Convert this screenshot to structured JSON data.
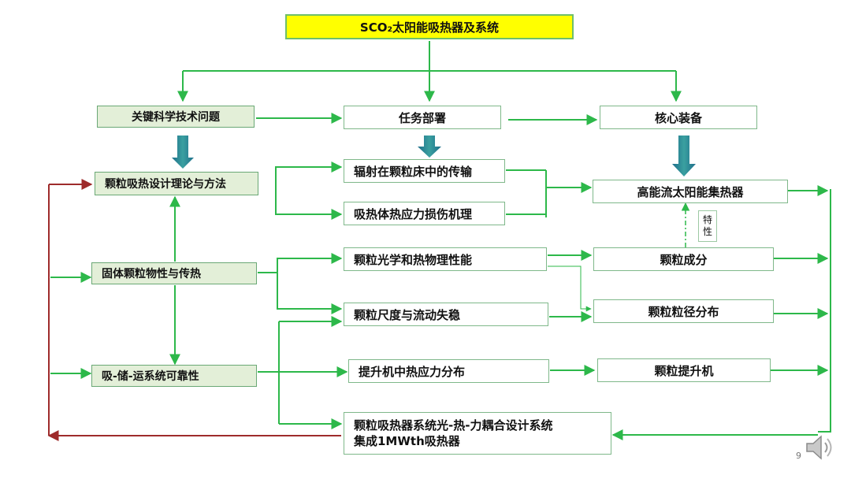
{
  "title": "SCO₂太阳能吸热器及系统",
  "columns": {
    "issues": "关键科学技术问题",
    "tasks": "任务部署",
    "equipment": "核心装备"
  },
  "issues": [
    "颗粒吸热设计理论与方法",
    "固体颗粒物性与传热",
    "吸-储-运系统可靠性"
  ],
  "tasks": [
    "辐射在颗粒床中的传输",
    "吸热体热应力损伤机理",
    "颗粒光学和热物理性能",
    "颗粒尺度与流动失稳",
    "提升机中热应力分布"
  ],
  "integration": {
    "line1": "颗粒吸热器系统光-热-力耦合设计系统",
    "line2": "集成1MWth吸热器"
  },
  "equipment": [
    "高能流太阳能集热器",
    "颗粒成分",
    "颗粒粒径分布",
    "颗粒提升机"
  ],
  "note": {
    "line1": "特",
    "line2": "性"
  },
  "page_number": "9",
  "colors": {
    "arrow_green": "#2db84a",
    "feedback_red": "#9e2b2b",
    "block_arrow": "#2e8b8b",
    "title_fill": "#ffff00"
  }
}
